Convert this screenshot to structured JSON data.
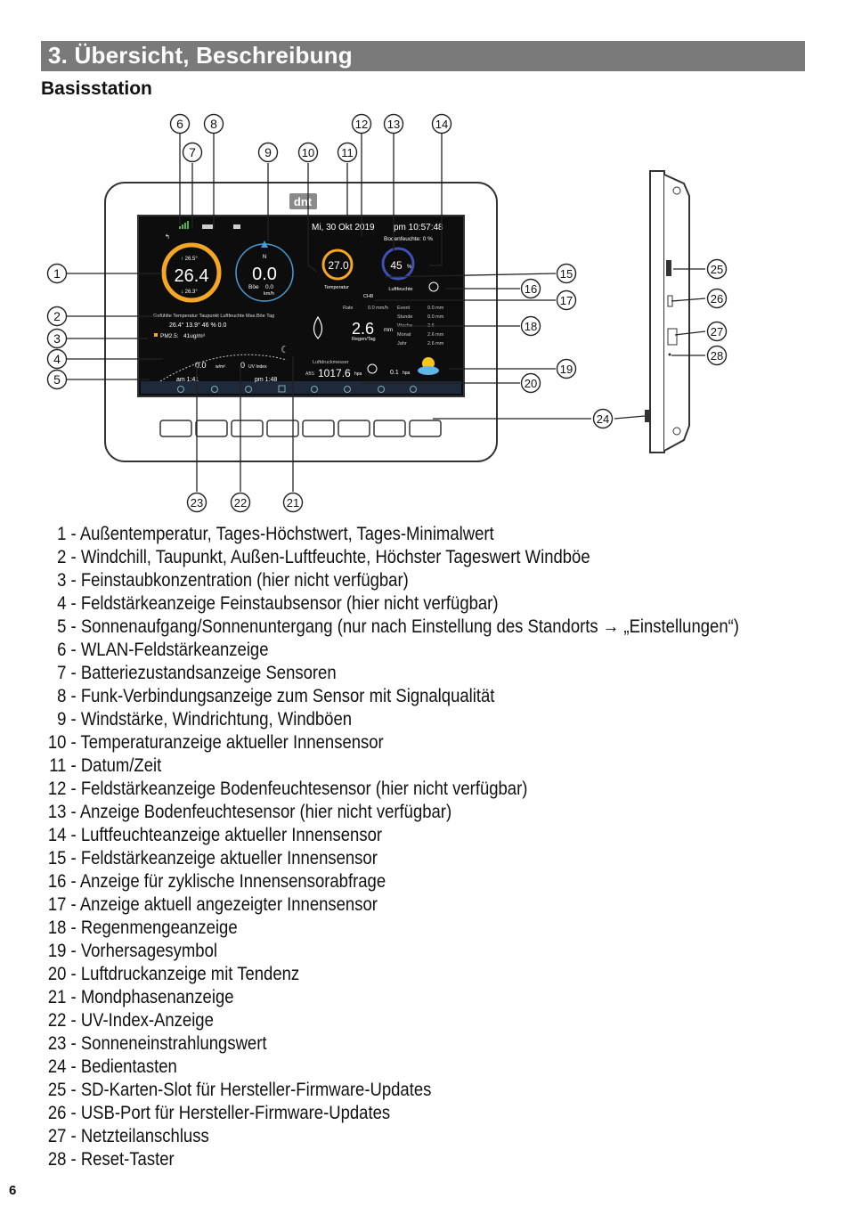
{
  "header": {
    "title": "3. Übersicht, Beschreibung",
    "subtitle": "Basisstation"
  },
  "callout_numbers": [
    "1",
    "2",
    "3",
    "4",
    "5",
    "6",
    "7",
    "8",
    "9",
    "10",
    "11",
    "12",
    "13",
    "14",
    "15",
    "16",
    "17",
    "18",
    "19",
    "20",
    "21",
    "22",
    "23",
    "24",
    "25",
    "26",
    "27",
    "28"
  ],
  "screen": {
    "logo": "dnt",
    "date": "Mi, 30  Okt  2019",
    "time": "pm  10:57:48",
    "soil_label": "Bodenfeuchte:  0  %",
    "outdoor_temp": "26.4",
    "outdoor_temp_max": "↑ 26.5°",
    "outdoor_temp_min": "↓ 26.3°",
    "wind_speed": "0.0",
    "wind_gust_label": "Böe",
    "wind_gust_value": "0.0",
    "wind_unit": "km/h",
    "indoor_temp": "27.0",
    "indoor_temp_label": "Temperatur",
    "indoor_humidity": "45",
    "indoor_humidity_unit": "%",
    "indoor_humidity_label": "Luftfeuchte",
    "channel_label": "CH8",
    "info_headers": "Gefühlte Temperatur   Taupunkt  Luftfeuchte  Max.Böe Tag",
    "info_values": "26.4°      13.9°      46 %       0.0",
    "pm_label": "PM2.5:",
    "pm_value": "41ug/m³",
    "rain_rate_label": "Rate",
    "rain_rate_value": "0.0 mm/h",
    "rain_value": "2.6",
    "rain_unit": "mm",
    "rain_label": "Regen/Tag",
    "rain_table": [
      [
        "Event",
        "0.0 mm"
      ],
      [
        "Stunde",
        "0.0 mm"
      ],
      [
        "Woche",
        "2.6"
      ],
      [
        "Monat",
        "2.6 mm"
      ],
      [
        "Jahr",
        "2.6 mm"
      ]
    ],
    "pressure_label": "Luftdruckmesser",
    "pressure_abs": "ABS",
    "pressure_value": "1017.6",
    "pressure_unit": "hpa",
    "pressure_trend": "0.1",
    "pressure_trend_unit": "hpa",
    "solar_value": "0.0",
    "solar_unit": "w/m²",
    "uv_value": "0",
    "uv_label": "UV Index",
    "sunrise": "am  1:41",
    "sunset": "pm  1:48"
  },
  "legend": [
    {
      "num": "1",
      "text": "Außentemperatur, Tages-Höchstwert, Tages-Minimalwert"
    },
    {
      "num": "2",
      "text": "Windchill, Taupunkt, Außen-Luftfeuchte, Höchster Tageswert Windböe"
    },
    {
      "num": "3",
      "text": "Feinstaubkonzentration (hier nicht verfügbar)"
    },
    {
      "num": "4",
      "text": "Feldstärkeanzeige Feinstaubsensor (hier nicht verfügbar)"
    },
    {
      "num": "5",
      "text": "Sonnenaufgang/Sonnenuntergang (nur nach Einstellung des Standorts → „Einstellungen“)"
    },
    {
      "num": "6",
      "text": "WLAN-Feldstärkeanzeige"
    },
    {
      "num": "7",
      "text": "Batteriezustandsanzeige Sensoren"
    },
    {
      "num": "8",
      "text": "Funk-Verbindungsanzeige zum Sensor mit Signalqualität"
    },
    {
      "num": "9",
      "text": "Windstärke, Windrichtung, Windböen"
    },
    {
      "num": "10",
      "text": "Temperaturanzeige aktueller Innensensor"
    },
    {
      "num": "11",
      "text": "Datum/Zeit"
    },
    {
      "num": "12",
      "text": "Feldstärkeanzeige Bodenfeuchtesensor (hier nicht verfügbar)"
    },
    {
      "num": "13",
      "text": "Anzeige Bodenfeuchtesensor (hier nicht verfügbar)"
    },
    {
      "num": "14",
      "text": "Luftfeuchteanzeige aktueller Innensensor"
    },
    {
      "num": "15",
      "text": "Feldstärkeanzeige aktueller Innensensor"
    },
    {
      "num": "16",
      "text": "Anzeige für zyklische Innensensorabfrage"
    },
    {
      "num": "17",
      "text": "Anzeige aktuell angezeigter Innensensor"
    },
    {
      "num": "18",
      "text": "Regenmengeanzeige"
    },
    {
      "num": "19",
      "text": "Vorhersagesymbol"
    },
    {
      "num": "20",
      "text": "Luftdruckanzeige mit Tendenz"
    },
    {
      "num": "21",
      "text": "Mondphasenanzeige"
    },
    {
      "num": "22",
      "text": "UV-Index-Anzeige"
    },
    {
      "num": "23",
      "text": "Sonneneinstrahlungswert"
    },
    {
      "num": "24",
      "text": "Bedientasten"
    },
    {
      "num": "25",
      "text": "SD-Karten-Slot für Hersteller-Firmware-Updates"
    },
    {
      "num": "26",
      "text": "USB-Port für Hersteller-Firmware-Updates"
    },
    {
      "num": "27",
      "text": "Netzteilanschluss"
    },
    {
      "num": "28",
      "text": "Reset-Taster"
    }
  ],
  "page_number": "6"
}
